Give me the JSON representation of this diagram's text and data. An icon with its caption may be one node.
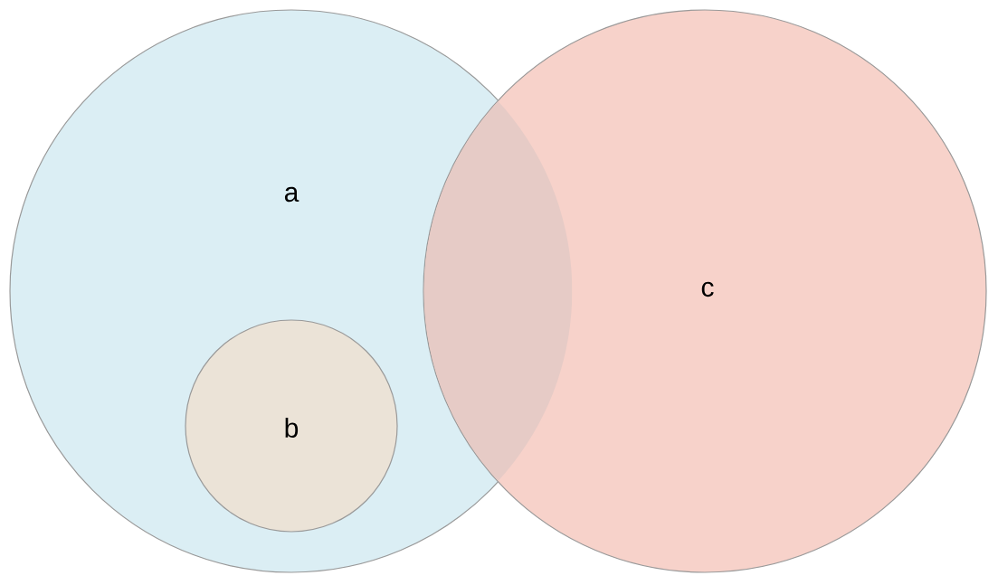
{
  "diagram": {
    "nodes": [
      {
        "text": [
          "a"
        ]
      },
      {
        "text": [
          "b"
        ],
        "in": 0
      },
      {
        "text": [
          "c"
        ]
      }
    ],
    "edges": []
  }
}
